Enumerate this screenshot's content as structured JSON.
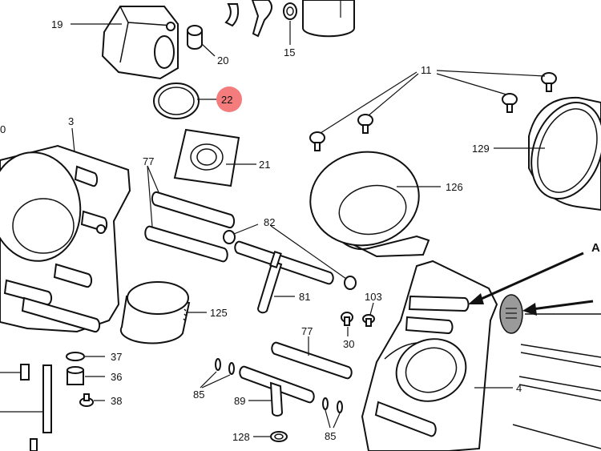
{
  "labels": {
    "p19": "19",
    "p20": "20",
    "p15": "15",
    "p22": "22",
    "p11": "11",
    "p3": "3",
    "p21": "21",
    "p77a": "77",
    "p82": "82",
    "p126": "126",
    "p129": "129",
    "p81": "81",
    "p103": "103",
    "p125": "125",
    "p30": "30",
    "p77b": "77",
    "p37": "37",
    "p36": "36",
    "p38": "38",
    "p85a": "85",
    "p89": "89",
    "p4": "4",
    "p128": "128",
    "p85b": "85",
    "pA": "A",
    "p0": "0"
  },
  "highlight": {
    "label": "22",
    "color": "#f47c7c"
  },
  "colors": {
    "ink": "#111111",
    "paper": "#ffffff",
    "highlight": "#f47c7c"
  }
}
